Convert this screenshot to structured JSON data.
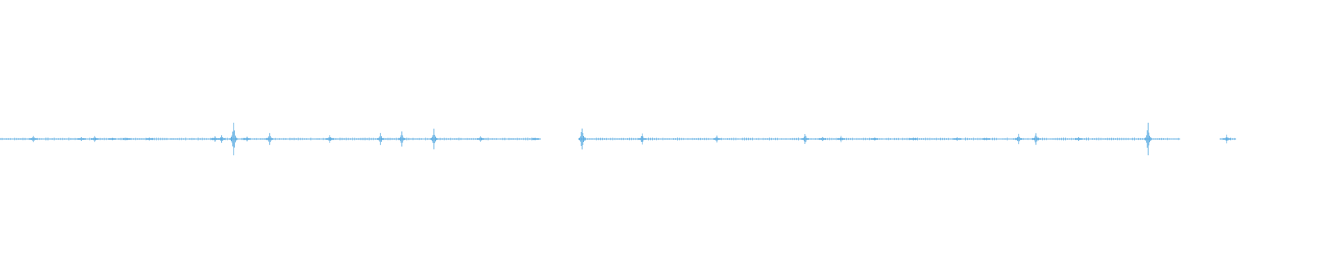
{
  "waveform": {
    "color": "#5dade2",
    "background": "#ffffff",
    "segments": [
      [
        0.0,
        0.405
      ],
      [
        0.434,
        0.884
      ],
      [
        0.914,
        0.926
      ]
    ],
    "peaks": [
      [
        0.025,
        0.22
      ],
      [
        0.061,
        0.12
      ],
      [
        0.071,
        0.18
      ],
      [
        0.084,
        0.1
      ],
      [
        0.095,
        0.1
      ],
      [
        0.112,
        0.12
      ],
      [
        0.161,
        0.18
      ],
      [
        0.166,
        0.28
      ],
      [
        0.175,
        1.0
      ],
      [
        0.185,
        0.18
      ],
      [
        0.202,
        0.35
      ],
      [
        0.247,
        0.22
      ],
      [
        0.285,
        0.35
      ],
      [
        0.301,
        0.45
      ],
      [
        0.325,
        0.6
      ],
      [
        0.36,
        0.18
      ],
      [
        0.401,
        0.08
      ],
      [
        0.436,
        0.82
      ],
      [
        0.481,
        0.35
      ],
      [
        0.537,
        0.22
      ],
      [
        0.603,
        0.35
      ],
      [
        0.616,
        0.12
      ],
      [
        0.63,
        0.18
      ],
      [
        0.655,
        0.1
      ],
      [
        0.684,
        0.08
      ],
      [
        0.717,
        0.12
      ],
      [
        0.739,
        0.08
      ],
      [
        0.763,
        0.3
      ],
      [
        0.776,
        0.4
      ],
      [
        0.808,
        0.12
      ],
      [
        0.86,
        1.0
      ],
      [
        0.919,
        0.25
      ]
    ]
  }
}
